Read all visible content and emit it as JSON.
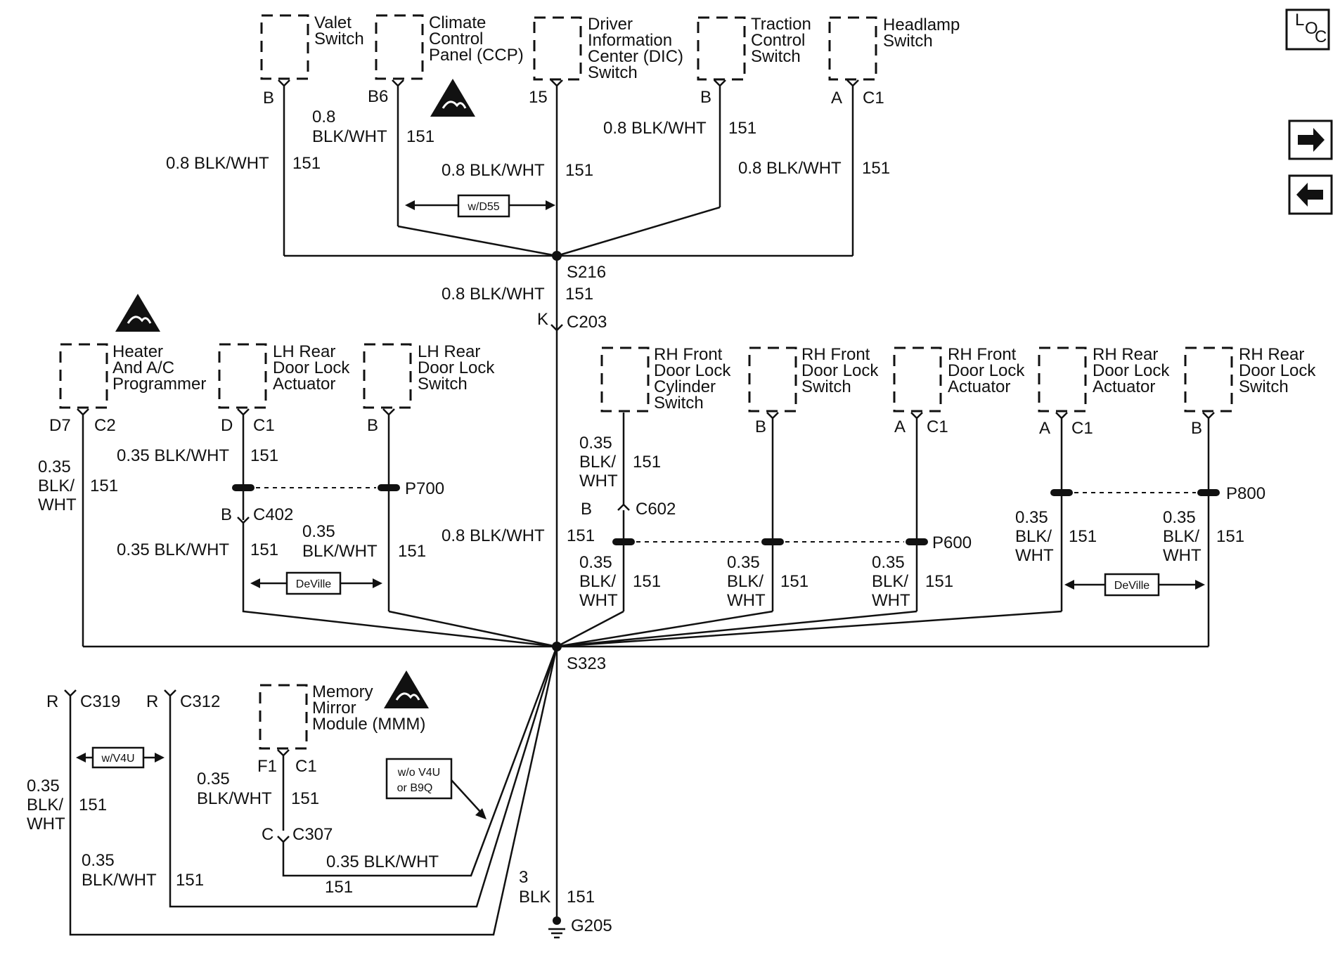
{
  "components": {
    "valet_switch": "Valet\nSwitch",
    "climate_control_panel": "Climate\nControl\nPanel (CCP)",
    "driver_information_center": "Driver\nInformation\nCenter (DIC)\nSwitch",
    "traction_control_switch": "Traction\nControl\nSwitch",
    "headlamp_switch": "Headlamp\nSwitch",
    "heater_ac_programmer": "Heater\nAnd A/C\nProgrammer",
    "lh_rear_door_lock_actuator": "LH Rear\nDoor Lock\nActuator",
    "lh_rear_door_lock_switch": "LH Rear\nDoor Lock\nSwitch",
    "rh_front_door_lock_cylinder_switch": "RH Front\nDoor Lock\nCylinder\nSwitch",
    "rh_front_door_lock_switch": "RH Front\nDoor Lock\nSwitch",
    "rh_front_door_lock_actuator": "RH Front\nDoor Lock\nActuator",
    "rh_rear_door_lock_actuator": "RH Rear\nDoor Lock\nActuator",
    "rh_rear_door_lock_switch": "RH Rear\nDoor Lock\nSwitch",
    "memory_mirror_module": "Memory\nMirror\nModule (MMM)"
  },
  "pins": {
    "valet": "B",
    "ccp": "B6",
    "dic": "15",
    "traction": "B",
    "headlamp": "A",
    "headlamp_conn": "C1",
    "heater_pin": "D7",
    "heater_conn": "C2",
    "lh_act_pin": "D",
    "lh_act_conn": "C1",
    "lh_sw_pin": "B",
    "rh_f_sw_pin": "B",
    "rh_f_act_pin": "A",
    "rh_f_act_conn": "C1",
    "rh_r_act_pin": "A",
    "rh_r_act_conn": "C1",
    "rh_r_sw_pin": "B",
    "c203_pin": "K",
    "c203": "C203",
    "c402_pin": "B",
    "c402": "C402",
    "c602_pin": "B",
    "c602": "C602",
    "c319_pin": "R",
    "c319": "C319",
    "c312_pin": "R",
    "c312": "C312",
    "mmm_pin": "F1",
    "mmm_conn": "C1",
    "c307_pin": "C",
    "c307": "C307"
  },
  "splices": {
    "s216": "S216",
    "s323": "S323",
    "g205": "G205",
    "p700": "P700",
    "p600": "P600",
    "p800": "P800"
  },
  "wires": {
    "w08": "0.8 BLK/WHT",
    "w08_split_top": "0.8",
    "w08_split_bot": "BLK/WHT",
    "w035": "0.35 BLK/WHT",
    "w035_top": "0.35",
    "w035_bot": "BLK/WHT",
    "w035_l1": "0.35",
    "w035_l2": "BLK/",
    "w035_l3": "WHT",
    "circuit": "151",
    "ground_gauge": "3",
    "ground_color": "BLK"
  },
  "options": {
    "d55": "w/D55",
    "deville": "DeVille",
    "v4u": "w/V4U",
    "wo_v4u_line1": "w/o V4U",
    "wo_v4u_line2": "or B9Q"
  },
  "nav": {
    "loc_main": "L",
    "loc_o": "O",
    "loc_c": "C"
  },
  "icons": [
    "esd-warning-icon",
    "forward-arrow-icon",
    "back-arrow-icon",
    "location-icon"
  ]
}
